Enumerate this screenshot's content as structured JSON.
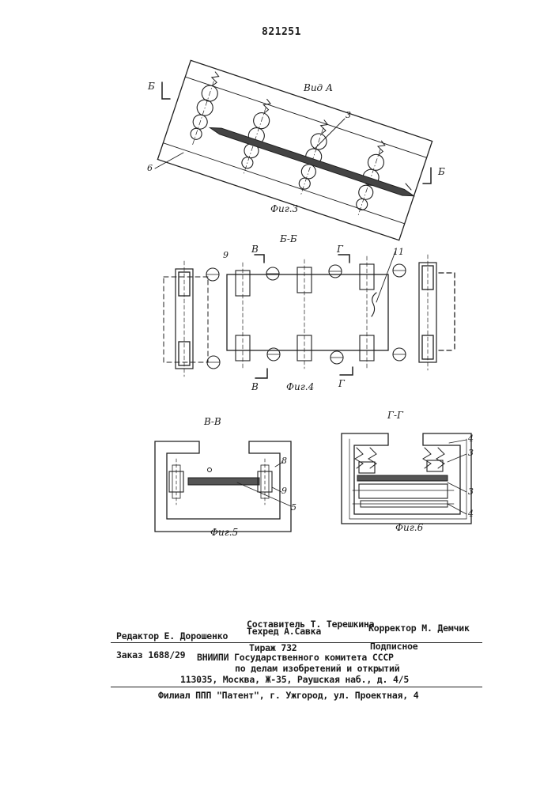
{
  "patent_number": "821251",
  "figures": {
    "fig3": {
      "title": "Вид А",
      "caption": "Фиг.3",
      "labels": [
        "3",
        "6"
      ],
      "section_marks": [
        "Б",
        "Б"
      ]
    },
    "fig4": {
      "title": "Б-Б",
      "caption": "Фиг.4",
      "labels": [
        "9",
        "11"
      ],
      "section_marks": [
        "В",
        "Г",
        "В",
        "Г"
      ]
    },
    "fig5": {
      "title": "В-В",
      "caption": "Фиг.5",
      "labels": [
        "8",
        "9",
        "5"
      ]
    },
    "fig6": {
      "title": "Г-Г",
      "caption": "Фиг.6",
      "labels": [
        "4",
        "3",
        "3",
        "4"
      ]
    }
  },
  "colophon": {
    "compiler": "Составитель Т. Терешкина",
    "editor": "Редактор Е. Дорошенко",
    "techred": "Техред    А.Савка",
    "corrector": "Корректор М. Демчик",
    "order": "Заказ 1688/29",
    "circulation": "Тираж 732",
    "subscription": "Подписное",
    "org_line1": "ВНИИПИ Государственного комитета СССР",
    "org_line2": "по делам изобретений и открытий",
    "address": "113035, Москва, Ж-35, Раушская наб., д. 4/5",
    "branch": "Филиал ППП \"Патент\", г. Ужгород, ул. Проектная, 4"
  }
}
